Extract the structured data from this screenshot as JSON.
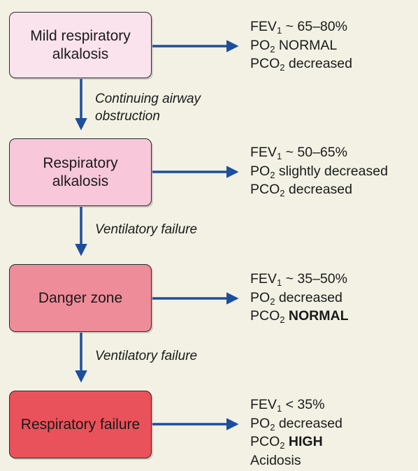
{
  "colors": {
    "background": "#f2f1e4",
    "arrow": "#1d4e9e",
    "stage_fills": [
      "#fbe3ee",
      "#f8c7da",
      "#ef8c99",
      "#e9525a"
    ]
  },
  "stages": [
    {
      "label": "Mild respiratory alkalosis",
      "lines": [
        {
          "prefix": "FEV",
          "sub": "1",
          "text": " ~ 65–80%",
          "emph": ""
        },
        {
          "prefix": "PO",
          "sub": "2",
          "text": " NORMAL",
          "emph": ""
        },
        {
          "prefix": "PCO",
          "sub": "2",
          "text": " decreased",
          "emph": ""
        }
      ]
    },
    {
      "label": "Respiratory alkalosis",
      "lines": [
        {
          "prefix": "FEV",
          "sub": "1",
          "text": " ~ 50–65%",
          "emph": ""
        },
        {
          "prefix": "PO",
          "sub": "2",
          "text": " slightly decreased",
          "emph": ""
        },
        {
          "prefix": "PCO",
          "sub": "2",
          "text": " decreased",
          "emph": ""
        }
      ]
    },
    {
      "label": "Danger zone",
      "lines": [
        {
          "prefix": "FEV",
          "sub": "1",
          "text": " ~ 35–50%",
          "emph": ""
        },
        {
          "prefix": "PO",
          "sub": "2",
          "text": " decreased",
          "emph": ""
        },
        {
          "prefix": "PCO",
          "sub": "2",
          "text": " ",
          "emph": "NORMAL"
        }
      ]
    },
    {
      "label": "Respiratory failure",
      "lines": [
        {
          "prefix": "FEV",
          "sub": "1",
          "text": " < 35%",
          "emph": ""
        },
        {
          "prefix": "PO",
          "sub": "2",
          "text": " decreased",
          "emph": ""
        },
        {
          "prefix": "PCO",
          "sub": "2",
          "text": " ",
          "emph": "HIGH"
        },
        {
          "prefix": "Acidosis",
          "sub": "",
          "text": "",
          "emph": ""
        }
      ]
    }
  ],
  "transitions": [
    "Continuing airway obstruction",
    "Ventilatory failure",
    "Ventilatory failure"
  ]
}
